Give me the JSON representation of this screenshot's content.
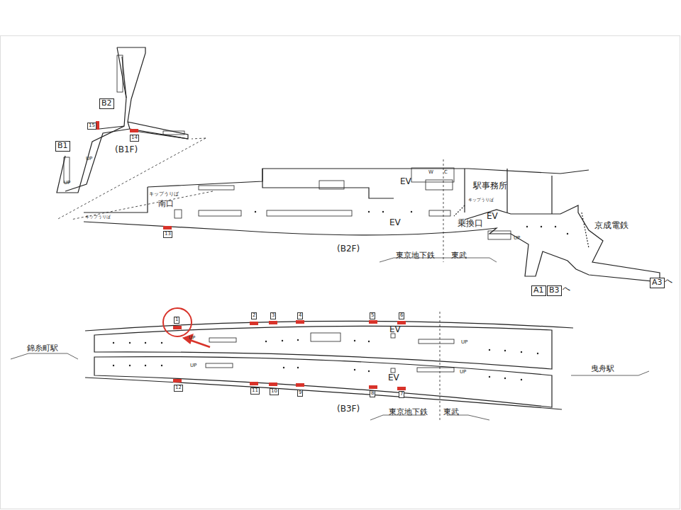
{
  "diagram": {
    "nodes": [
      {
        "text": [
          "B2"
        ]
      },
      {
        "text": [
          "B1"
        ]
      },
      {
        "text": [
          "A1"
        ]
      },
      {
        "text": [
          "B3"
        ]
      },
      {
        "text": [
          "A3"
        ]
      }
    ],
    "labels": [
      "15",
      "14",
      "(B1F)",
      "UP",
      "UP",
      "キップうりば",
      "南口",
      "キップうりば",
      "13",
      "W",
      "C",
      "EV",
      "駅事務所",
      "キップうりば",
      "EV",
      "EV",
      "乗換口",
      "UP",
      "京成電鉄",
      "(B2F)",
      "東京地下鉄",
      "東武",
      "へ",
      "へ",
      "1",
      "2",
      "3",
      "4",
      "5",
      "6",
      "EV",
      "UP",
      "UP",
      "錦糸町駅",
      "曳舟駅",
      "UP",
      "EV",
      "UP",
      "12",
      "11",
      "10",
      "9",
      "8",
      "7",
      "(B3F)",
      "東京地下鉄",
      "東武"
    ]
  }
}
